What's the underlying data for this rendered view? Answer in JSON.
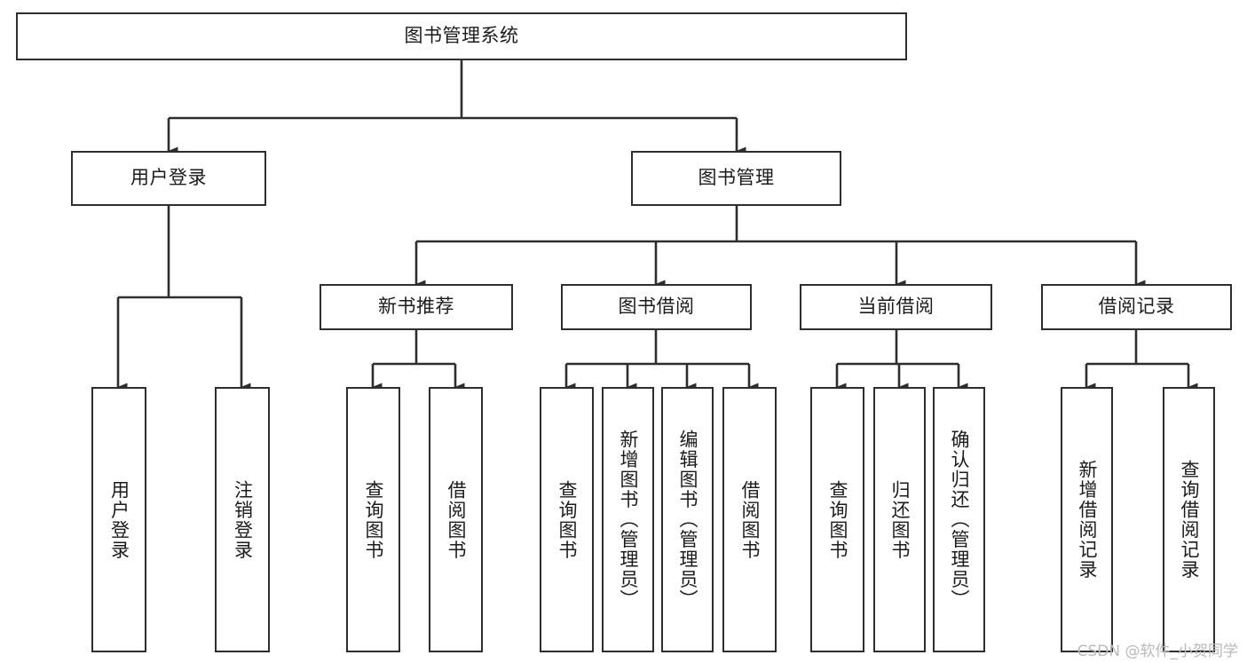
{
  "diagram": {
    "title": "图书管理系统",
    "type": "tree-hierarchy-diagram",
    "colors": {
      "box_border": "#2e2e2e",
      "box_fill": "#ffffff",
      "line": "#2e2e2e",
      "text": "#1b1b1b",
      "watermark": "#b9b9b9"
    },
    "root": {
      "id": "root",
      "label": "图书管理系统",
      "orientation": "horizontal"
    },
    "level2": [
      {
        "id": "user-login",
        "label": "用户登录",
        "orientation": "horizontal"
      },
      {
        "id": "book-manage",
        "label": "图书管理",
        "orientation": "horizontal"
      }
    ],
    "level3": [
      {
        "id": "new-book-recommend",
        "label": "新书推荐",
        "orientation": "horizontal"
      },
      {
        "id": "book-borrow",
        "label": "图书借阅",
        "orientation": "horizontal"
      },
      {
        "id": "current-borrow",
        "label": "当前借阅",
        "orientation": "horizontal"
      },
      {
        "id": "borrow-record",
        "label": "借阅记录",
        "orientation": "horizontal"
      }
    ],
    "leaves": [
      {
        "id": "leaf-user-login",
        "label": "用户登录",
        "parent": "user-login"
      },
      {
        "id": "leaf-logout-login",
        "label": "注销登录",
        "parent": "user-login"
      },
      {
        "id": "leaf-query-book-1",
        "label": "查询图书",
        "parent": "new-book-recommend"
      },
      {
        "id": "leaf-borrow-book-1",
        "label": "借阅图书",
        "parent": "new-book-recommend"
      },
      {
        "id": "leaf-query-book-2",
        "label": "查询图书",
        "parent": "book-borrow"
      },
      {
        "id": "leaf-add-book",
        "label": "新增图书（管理员）",
        "parent": "book-borrow"
      },
      {
        "id": "leaf-edit-book",
        "label": "编辑图书（管理员）",
        "parent": "book-borrow"
      },
      {
        "id": "leaf-borrow-book-2",
        "label": "借阅图书",
        "parent": "book-borrow"
      },
      {
        "id": "leaf-query-book-3",
        "label": "查询图书",
        "parent": "current-borrow"
      },
      {
        "id": "leaf-return-book",
        "label": "归还图书",
        "parent": "current-borrow"
      },
      {
        "id": "leaf-confirm-return",
        "label": "确认归还（管理员）",
        "parent": "current-borrow"
      },
      {
        "id": "leaf-add-record",
        "label": "新增借阅记录",
        "parent": "borrow-record"
      },
      {
        "id": "leaf-query-record",
        "label": "查询借阅记录",
        "parent": "borrow-record"
      }
    ],
    "watermark": "CSDN @软件_小贺同学"
  }
}
